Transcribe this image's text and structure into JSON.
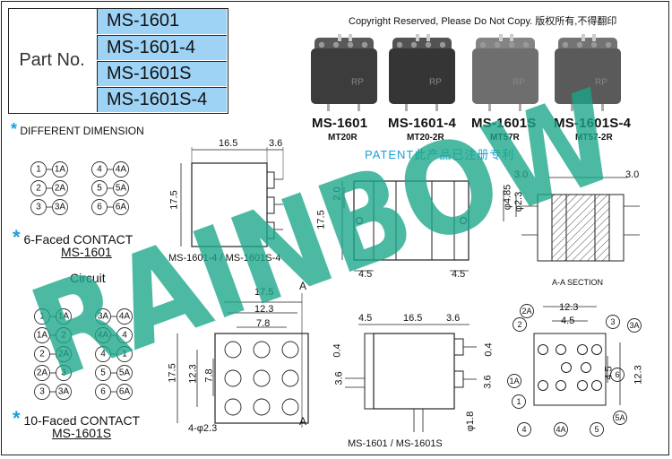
{
  "copyright": "Copyright Reserved, Please Do Not Copy. 版权所有,不得翻印",
  "part_no_label": "Part No.",
  "models": [
    "MS-1601",
    "MS-1601-4",
    "MS-1601S",
    "MS-1601S-4"
  ],
  "different_dimension": "DIFFERENT DIMENSION",
  "products": [
    {
      "name": "MS-1601",
      "code": "MT20R"
    },
    {
      "name": "MS-1601-4",
      "code": "MT20-2R"
    },
    {
      "name": "MS-1601S",
      "code": "MT57R"
    },
    {
      "name": "MS-1601S-4",
      "code": "MT57-2R"
    }
  ],
  "patent": "PATENT此产品已注册专利",
  "six_faced_title": "6-Faced CONTACT",
  "six_faced_model": "MS-1601",
  "circuit_label": "Circuit",
  "ten_faced_title": "10-Faced CONTACT",
  "ten_faced_model": "MS-1601S",
  "six_circuit_rows": [
    [
      "1",
      "1A",
      "4",
      "4A"
    ],
    [
      "2",
      "2A",
      "5",
      "5A"
    ],
    [
      "3",
      "3A",
      "6",
      "6A"
    ]
  ],
  "ten_circuit_rows": [
    [
      "1",
      "1A",
      "3A",
      "4A"
    ],
    [
      "1A",
      "2",
      "4A",
      "4"
    ],
    [
      "2",
      "2A",
      "4",
      "1"
    ],
    [
      "2A",
      "3",
      "5",
      "5A"
    ],
    [
      "3",
      "3A",
      "6",
      "6A"
    ]
  ],
  "watermark": "RAINBOW",
  "side_view_caption": "MS-1601-4 / MS-1601S-4",
  "bottom_caption": "MS-1601 / MS-1601S",
  "section_caption": "A-A SECTION",
  "dims": {
    "d16_5": "16.5",
    "d3_6": "3.6",
    "d17_5": "17.5",
    "d2_0": "2.0",
    "d4_5": "4.5",
    "d3_0": "3.0",
    "d4_85": "φ4.85",
    "d2_3": "φ2.3",
    "d12_3": "12.3",
    "d7_8": "7.8",
    "hole": "4-φ2.3",
    "d0_4": "0.4",
    "d1_8": "φ1.8",
    "sec_a": "A"
  },
  "colors": {
    "model_bg": "#9ed3f5",
    "watermark": "#1aa78a",
    "star": "#1aa0d8",
    "patent": "#1aa0d8"
  }
}
